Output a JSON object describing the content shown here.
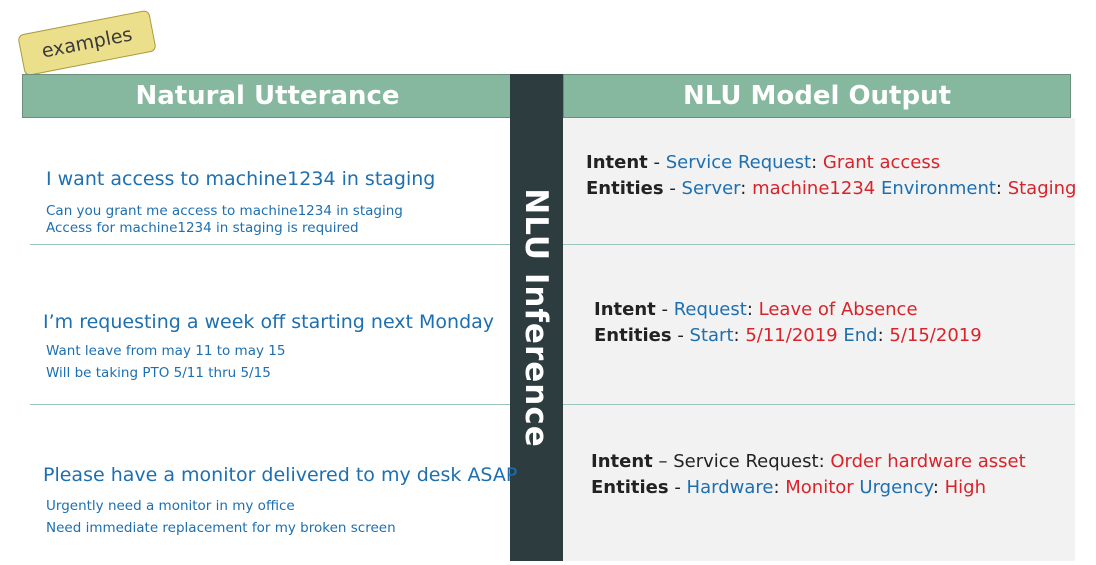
{
  "tag": "examples",
  "headers": {
    "left": "Natural Utterance",
    "right": "NLU Model Output"
  },
  "center_label": "NLU Inference",
  "rows": [
    {
      "utterance": "I want access to machine1234 in staging",
      "alternates": [
        "Can you grant me access to machine1234 in staging",
        "Access for machine1234 in staging is required"
      ],
      "intent_sep": " - ",
      "intent_label": "Service Request",
      "intent_value": "Grant access",
      "entities_sep": " - ",
      "entities": [
        {
          "name": "Server",
          "value": "machine1234"
        },
        {
          "name": "Environment",
          "value": "Staging"
        }
      ]
    },
    {
      "utterance": "I’m requesting a week off starting next Monday",
      "alternates": [
        "Want leave from may 11 to may 15",
        "Will be taking PTO 5/11 thru 5/15"
      ],
      "intent_sep": " - ",
      "intent_label": "Request",
      "intent_value": "Leave of Absence",
      "entities_sep": " - ",
      "entities": [
        {
          "name": "Start",
          "value": "5/11/2019"
        },
        {
          "name": "End",
          "value": "5/15/2019"
        }
      ]
    },
    {
      "utterance": "Please have a monitor delivered to my desk ASAP",
      "alternates": [
        "Urgently need a monitor in my office",
        "Need immediate replacement for my broken screen"
      ],
      "intent_sep": " – ",
      "intent_label": "Service Request",
      "intent_value": "Order hardware asset",
      "entities_sep": " - ",
      "entities": [
        {
          "name": "Hardware",
          "value": "Monitor"
        },
        {
          "name": "Urgency",
          "value": "High"
        }
      ]
    }
  ],
  "labels": {
    "intent": "Intent",
    "entities": "Entities"
  },
  "colors": {
    "header": "#86b79f",
    "divider": "#2c3c3f",
    "blue": "#1d6fb0",
    "red": "#d8232a",
    "tag": "#ecdf8c"
  }
}
